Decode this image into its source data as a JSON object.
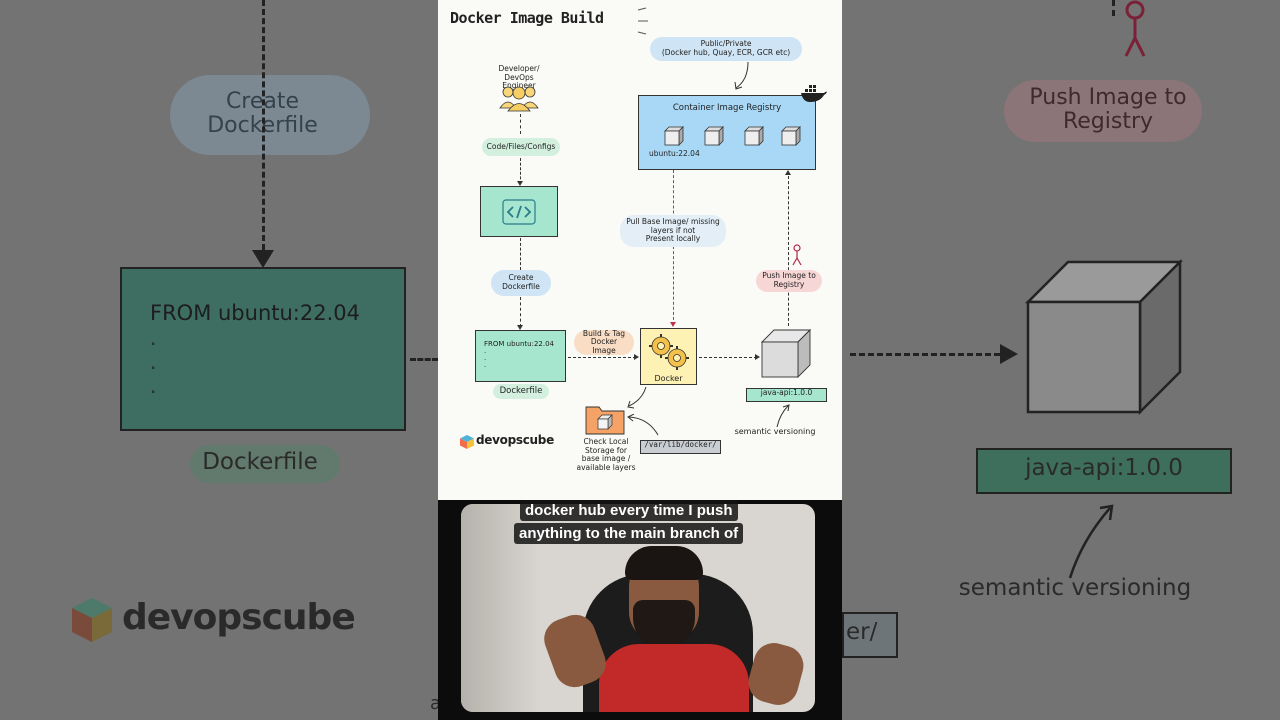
{
  "background": {
    "left": {
      "create_dockerfile": "Create\nDockerfile",
      "from_line": "FROM ubuntu:22.04",
      "dots": ".\n.\n.",
      "dockerfile_label": "Dockerfile",
      "brand": "devopscube"
    },
    "right": {
      "push_label": "Push Image to\nRegistry",
      "tag": "java-api:1.0.0",
      "semantic": "semantic versioning",
      "path_fragment": "er/"
    }
  },
  "diagram": {
    "title": "Docker Image Build",
    "public_private": "Public/Private\n(Docker hub, Quay, ECR, GCR etc)",
    "developer": "Developer/\nDevOps Engineer",
    "code_files": "Code/Files/Configs",
    "registry_title": "Container Image Registry",
    "registry_tag": "ubuntu:22.04",
    "pull_base": "Pull Base Image/ missing\nlayers if not\nPresent locally",
    "create_dockerfile": "Create\nDockerfile",
    "push_to_registry": "Push Image to\nRegistry",
    "build_tag": "Build & Tag\nDocker Image",
    "from_line": "FROM ubuntu:22.04",
    "dots": ".\n.\n.",
    "dockerfile_label": "Dockerfile",
    "docker_label": "Docker",
    "image_tag": "java-api:1.0.0",
    "semantic": "semantic versioning",
    "lib_path": "/var/lib/docker/",
    "check_local": "Check Local\nStorage for\nbase image /\navailable layers",
    "brand": "devopscube"
  },
  "video": {
    "caption_line1": "docker hub every time I push",
    "caption_line2": "anything to the main branch of"
  },
  "colors": {
    "registry_blue": "#a8d8f5",
    "teal": "#a6e6cf",
    "docker_yellow": "#fdf2b3",
    "cloud_blue": "#cfe5f5",
    "cloud_pink": "#f7d6d6",
    "cloud_orange": "#f9ddc4",
    "cloud_green": "#d3f0df",
    "folder_orange": "#f5a266"
  }
}
